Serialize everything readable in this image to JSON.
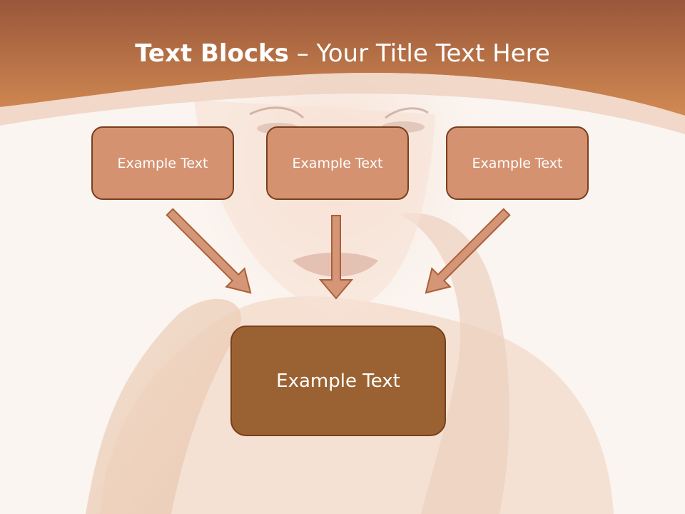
{
  "slide": {
    "title_bold": "Text Blocks",
    "title_rest": " – Your Title Text Here",
    "top_boxes": [
      "Example Text",
      "Example Text",
      "Example Text"
    ],
    "bottom_box": "Example Text"
  },
  "colors": {
    "header_top": "#a2603c",
    "header_bottom": "#d18852",
    "box_fill": "#d59271",
    "box_border": "#7a3f1c",
    "center_box_fill": "#9a6232",
    "arrow_fill": "#d49677",
    "arrow_stroke": "#a9603a",
    "background": "#fbf5f1"
  }
}
